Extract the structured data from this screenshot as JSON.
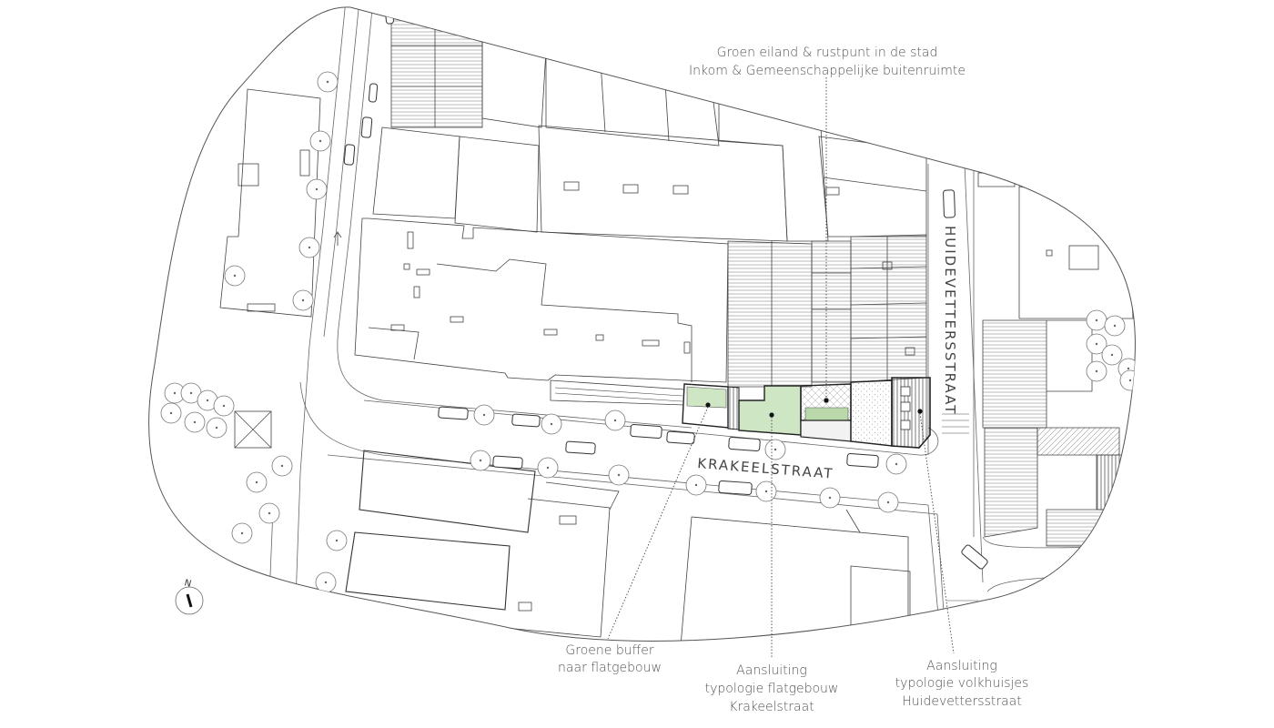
{
  "labels": {
    "top_line1": "Groen eiland & rustpunt in de stad",
    "top_line2": "Inkom & Gemeenschappelijke buitenruimte",
    "buffer_line1": "Groene buffer",
    "buffer_line2": "naar flatgebouw",
    "flat_line1": "Aansluiting",
    "flat_line2": "typologie flatgebouw",
    "flat_line3": "Krakeelstraat",
    "volk_line1": "Aansluiting",
    "volk_line2": "typologie volkhuisjes",
    "volk_line3": "Huidevettersstraat"
  },
  "streets": {
    "krakeel": "KRAKEELSTRAAT",
    "huidevetters": "HUIDEVETTERSSTRAAT"
  },
  "compass": {
    "letter": "N"
  },
  "colors": {
    "green": "#cfe6c4",
    "green_dark": "#b9d9ab",
    "hatch": "#999999",
    "line": "#444444"
  }
}
